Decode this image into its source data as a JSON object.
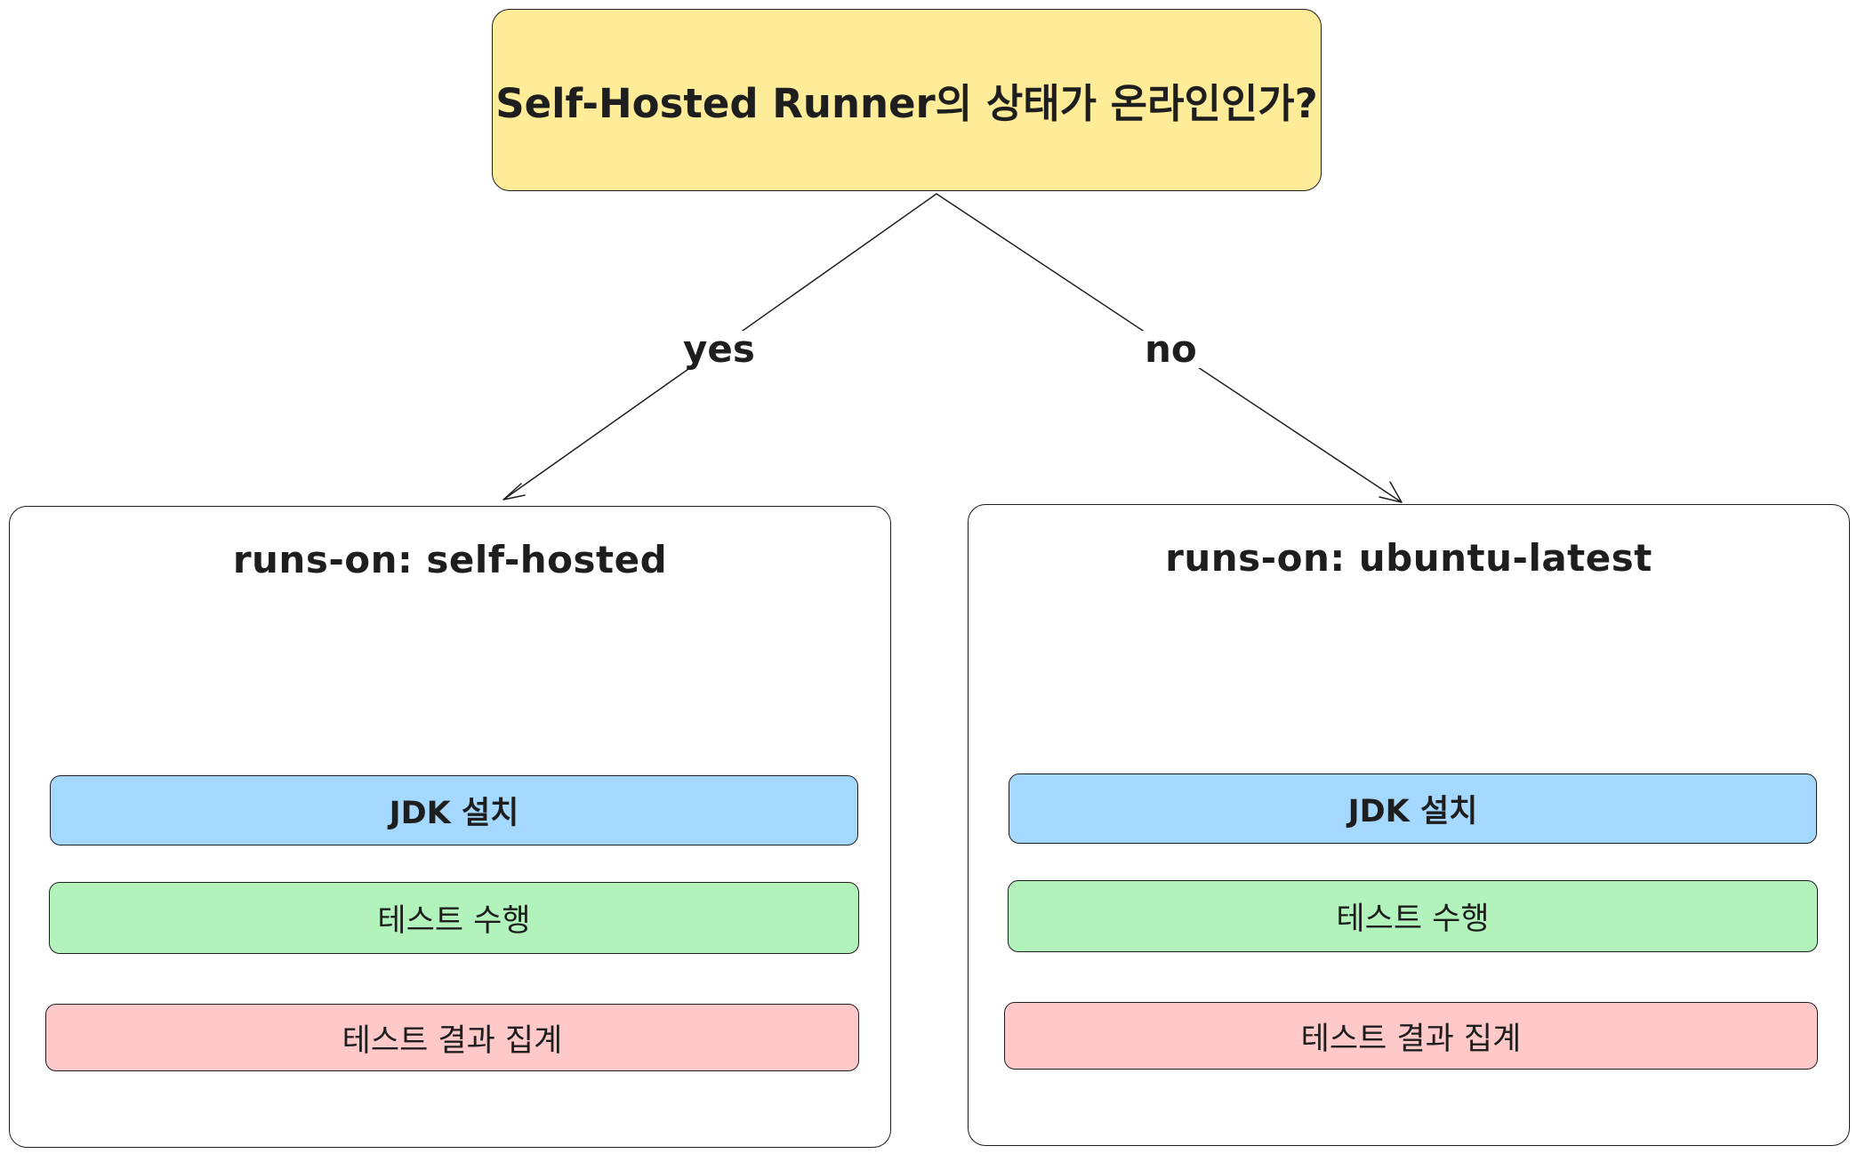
{
  "decision": {
    "text": "Self-Hosted Runner의 상태가 온라인인가?",
    "fill": "#ffec99"
  },
  "edges": {
    "yes_label": "yes",
    "no_label": "no"
  },
  "left_runner": {
    "title": "runs-on: self-hosted",
    "steps": [
      {
        "label": "JDK 설치",
        "fill": "#a5d8ff"
      },
      {
        "label": "테스트 수행",
        "fill": "#b2f2bb"
      },
      {
        "label": "테스트 결과 집계",
        "fill": "#ffc9c9"
      }
    ]
  },
  "right_runner": {
    "title": "runs-on: ubuntu-latest",
    "steps": [
      {
        "label": "JDK 설치",
        "fill": "#a5d8ff"
      },
      {
        "label": "테스트 수행",
        "fill": "#b2f2bb"
      },
      {
        "label": "테스트 결과 집계",
        "fill": "#ffc9c9"
      }
    ]
  }
}
